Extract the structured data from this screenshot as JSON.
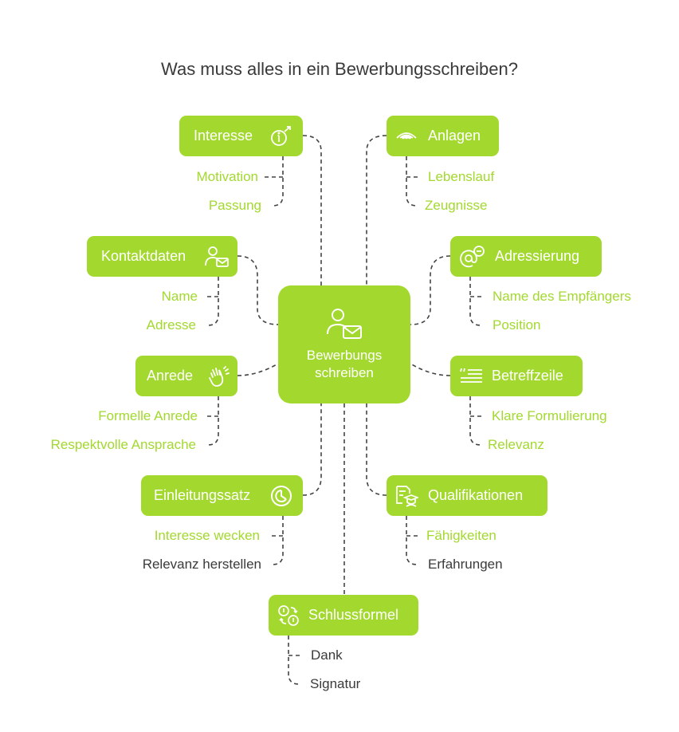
{
  "title": "Was muss alles in ein Bewerbungsschreiben?",
  "colors": {
    "accent": "#a3d92f",
    "text_dark": "#3a3a3a",
    "connector": "#444444"
  },
  "center": {
    "line1": "Bewerbungs",
    "line2": "schreiben",
    "icon": "person-mail-icon"
  },
  "branches": {
    "interesse": {
      "label": "Interesse",
      "icon": "info-pointer-icon",
      "items": [
        "Motivation",
        "Passung"
      ]
    },
    "kontaktdaten": {
      "label": "Kontaktdaten",
      "icon": "person-mail-icon",
      "items": [
        "Name",
        "Adresse"
      ]
    },
    "anrede": {
      "label": "Anrede",
      "icon": "waving-hand-icon",
      "items": [
        "Formelle Anrede",
        "Respektvolle Ansprache"
      ]
    },
    "einleitungssatz": {
      "label": "Einleitungssatz",
      "icon": "pie-clock-icon",
      "items": [
        "Interesse wecken",
        "Relevanz herstellen"
      ]
    },
    "schlussformel": {
      "label": "Schlussformel",
      "icon": "exchange-icon",
      "items": [
        "Dank",
        "Signatur"
      ]
    },
    "anlagen": {
      "label": "Anlagen",
      "icon": "eye-wave-icon",
      "items": [
        "Lebenslauf",
        "Zeugnisse"
      ]
    },
    "adressierung": {
      "label": "Adressierung",
      "icon": "at-minus-icon",
      "items": [
        "Name des Empfängers",
        "Position"
      ]
    },
    "betreffzeile": {
      "label": "Betreffzeile",
      "icon": "quote-lines-icon",
      "items": [
        "Klare Formulierung",
        "Relevanz"
      ]
    },
    "qualifikationen": {
      "label": "Qualifikationen",
      "icon": "document-graduate-icon",
      "items": [
        "Fähigkeiten",
        "Erfahrungen"
      ]
    }
  }
}
